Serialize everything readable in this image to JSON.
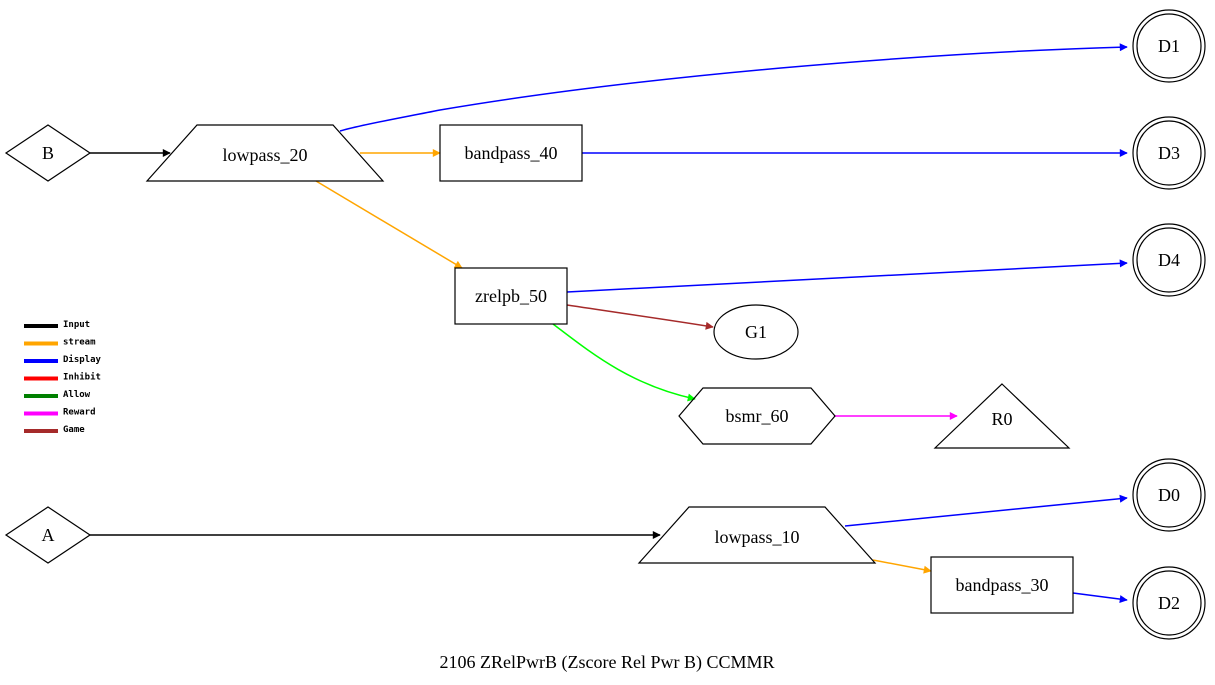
{
  "caption": "2106 ZRelPwrB    (Zscore Rel Pwr B) CCMMR",
  "colors": {
    "Input": "#000000",
    "stream": "#FFA500",
    "Display": "#0000FF",
    "Inhibit": "#FF0000",
    "Allow": "#008000",
    "Reward": "#FF00FF",
    "Game": "#A52A2A",
    "bright_green": "#00FF00"
  },
  "legend": [
    {
      "label": "Input",
      "color": "#000000"
    },
    {
      "label": "stream",
      "color": "#FFA500"
    },
    {
      "label": "Display",
      "color": "#0000FF"
    },
    {
      "label": "Inhibit",
      "color": "#FF0000"
    },
    {
      "label": "Allow",
      "color": "#008000"
    },
    {
      "label": "Reward",
      "color": "#FF00FF"
    },
    {
      "label": "Game",
      "color": "#A52A2A"
    }
  ],
  "nodes": {
    "B": {
      "label": "B",
      "shape": "diamond"
    },
    "A": {
      "label": "A",
      "shape": "diamond"
    },
    "lowpass_20": {
      "label": "lowpass_20",
      "shape": "trapezium"
    },
    "lowpass_10": {
      "label": "lowpass_10",
      "shape": "trapezium"
    },
    "bandpass_40": {
      "label": "bandpass_40",
      "shape": "box"
    },
    "bandpass_30": {
      "label": "bandpass_30",
      "shape": "box"
    },
    "zrelpb_50": {
      "label": "zrelpb_50",
      "shape": "box"
    },
    "G1": {
      "label": "G1",
      "shape": "ellipse"
    },
    "bsmr_60": {
      "label": "bsmr_60",
      "shape": "hexagon"
    },
    "R0": {
      "label": "R0",
      "shape": "triangle"
    },
    "D1": {
      "label": "D1",
      "shape": "doublecircle"
    },
    "D3": {
      "label": "D3",
      "shape": "doublecircle"
    },
    "D4": {
      "label": "D4",
      "shape": "doublecircle"
    },
    "D0": {
      "label": "D0",
      "shape": "doublecircle"
    },
    "D2": {
      "label": "D2",
      "shape": "doublecircle"
    }
  },
  "edges": [
    {
      "from": "B",
      "to": "lowpass_20",
      "type": "Input"
    },
    {
      "from": "lowpass_20",
      "to": "D1",
      "type": "Display"
    },
    {
      "from": "lowpass_20",
      "to": "bandpass_40",
      "type": "stream"
    },
    {
      "from": "lowpass_20",
      "to": "zrelpb_50",
      "type": "stream"
    },
    {
      "from": "bandpass_40",
      "to": "D3",
      "type": "Display"
    },
    {
      "from": "zrelpb_50",
      "to": "D4",
      "type": "Display"
    },
    {
      "from": "zrelpb_50",
      "to": "G1",
      "type": "Game"
    },
    {
      "from": "zrelpb_50",
      "to": "bsmr_60",
      "type": "bright_green"
    },
    {
      "from": "bsmr_60",
      "to": "R0",
      "type": "Reward"
    },
    {
      "from": "A",
      "to": "lowpass_10",
      "type": "Input"
    },
    {
      "from": "lowpass_10",
      "to": "D0",
      "type": "Display"
    },
    {
      "from": "lowpass_10",
      "to": "bandpass_30",
      "type": "stream"
    },
    {
      "from": "bandpass_30",
      "to": "D2",
      "type": "Display"
    }
  ]
}
